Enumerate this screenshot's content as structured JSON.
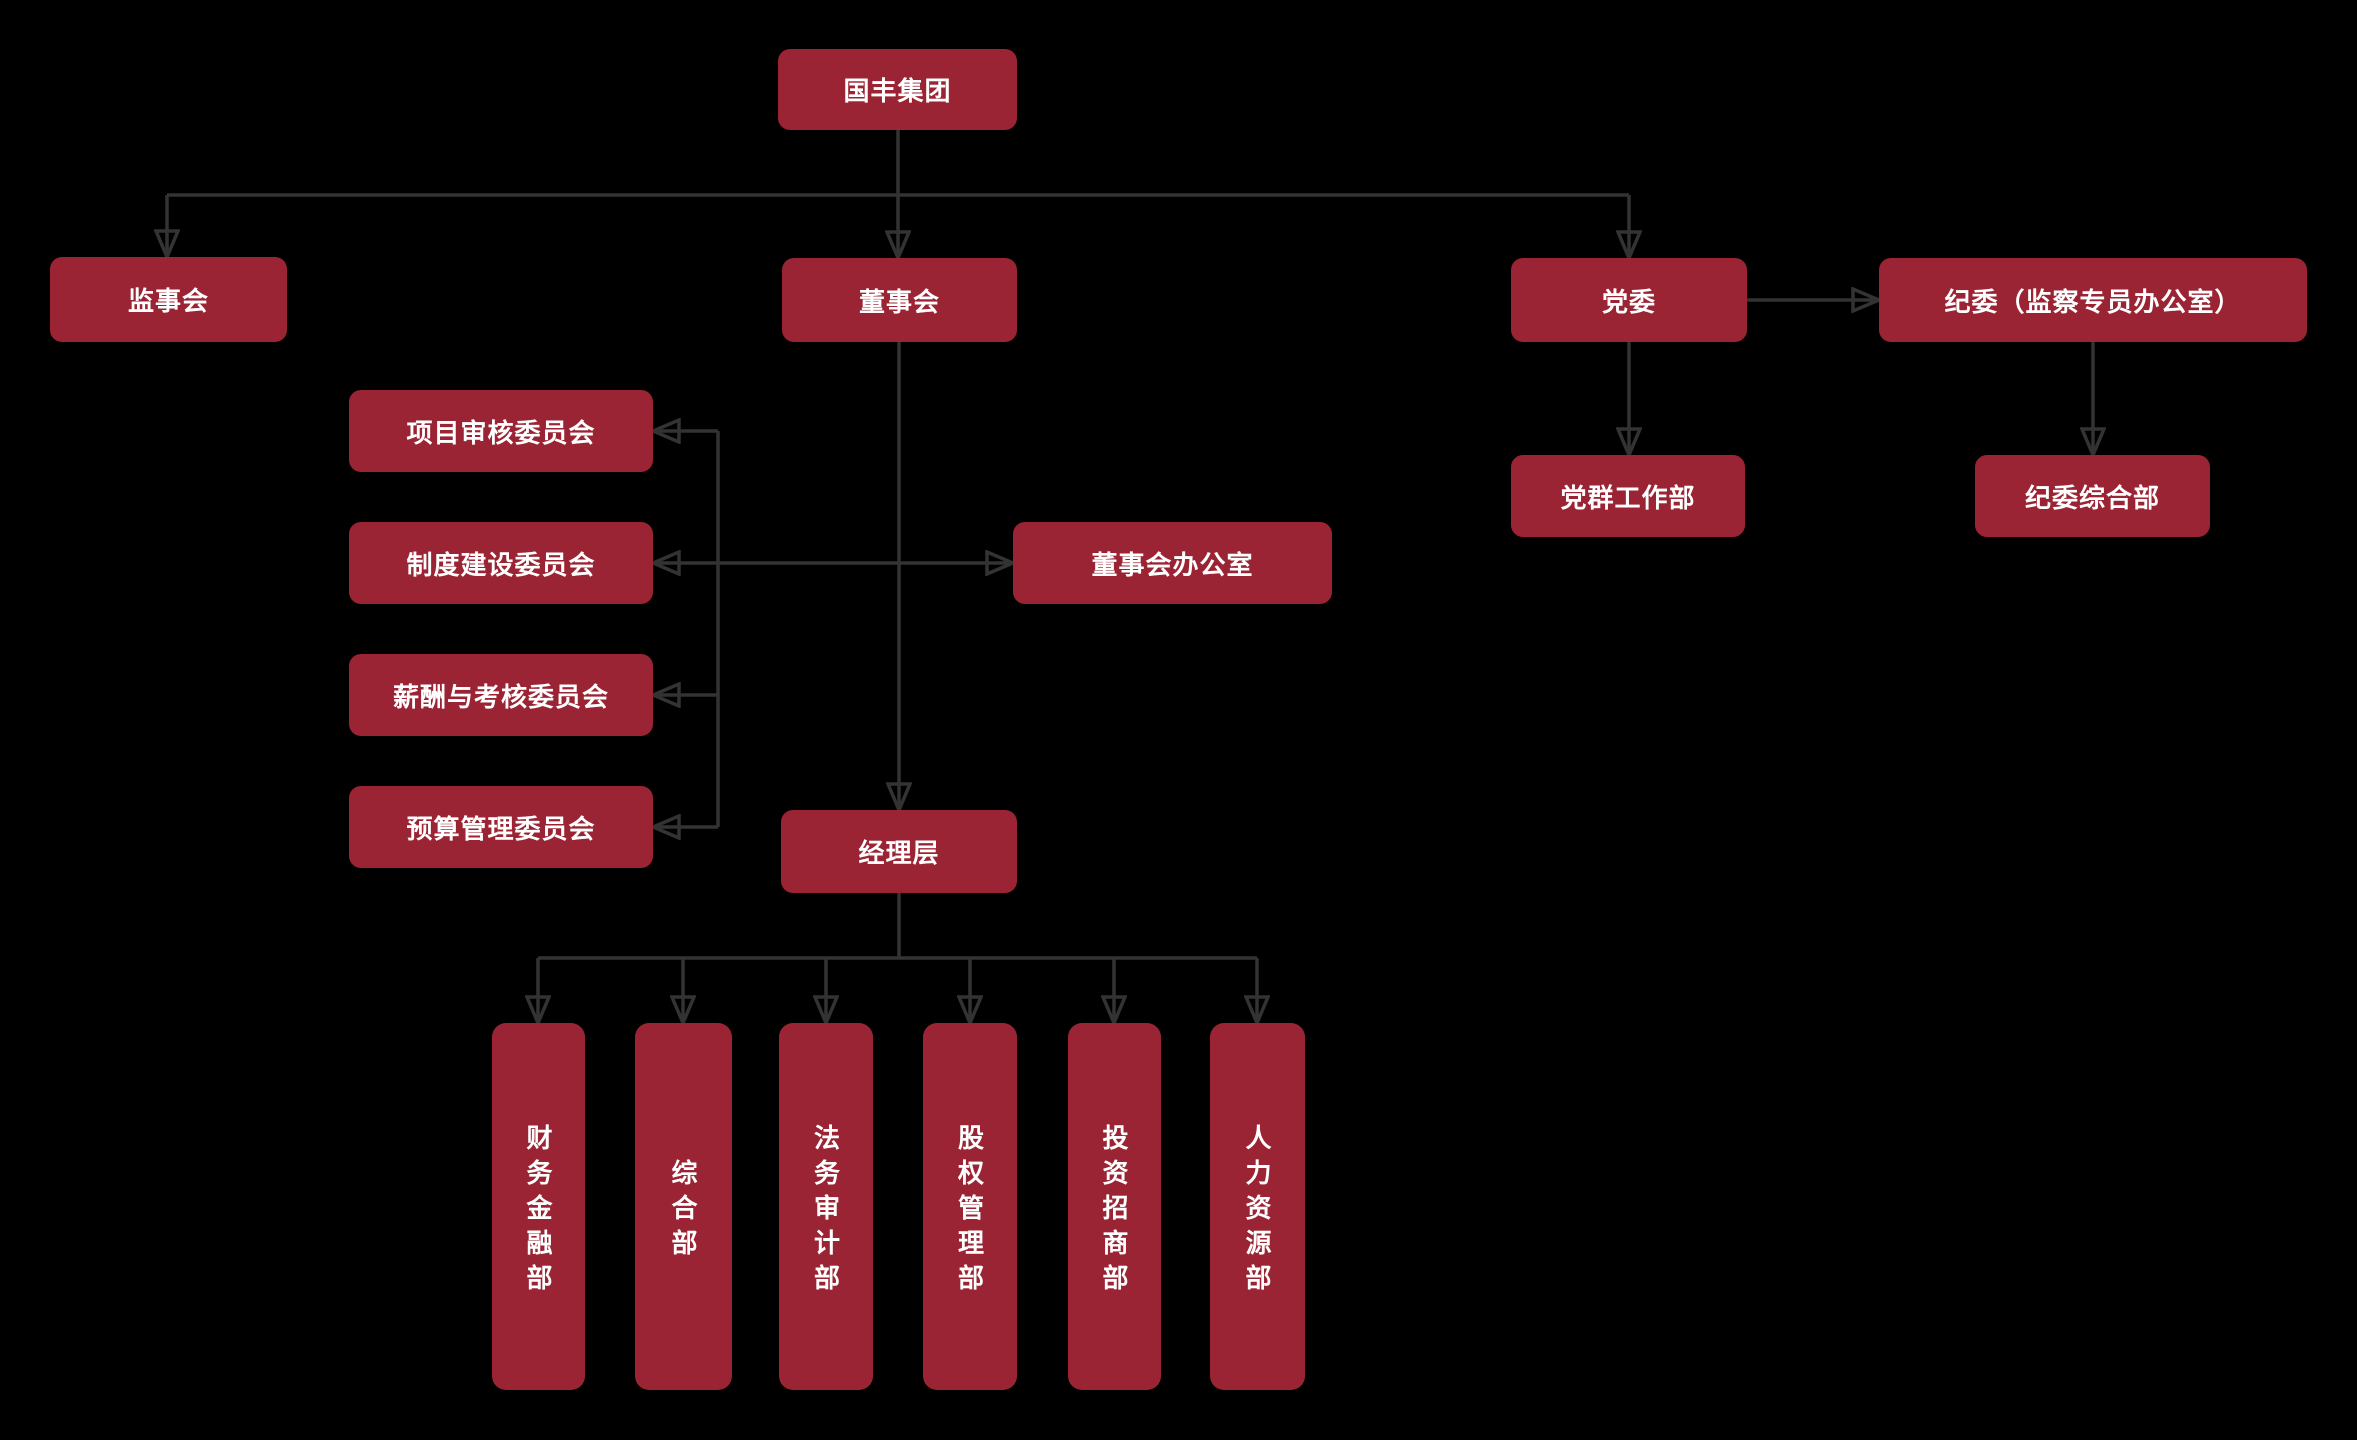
{
  "diagram": {
    "type": "org-chart",
    "colors": {
      "background": "#000000",
      "node_fill": "#9a2433",
      "node_text": "#ffffff",
      "connector": "#333333"
    },
    "nodes": {
      "group": {
        "label": "国丰集团"
      },
      "supervisory_board": {
        "label": "监事会"
      },
      "board_of_directors": {
        "label": "董事会"
      },
      "party_committee": {
        "label": "党委"
      },
      "discipline_committee": {
        "label": "纪委（监察专员办公室）"
      },
      "project_review_committee": {
        "label": "项目审核委员会"
      },
      "system_construction_committee": {
        "label": "制度建设委员会"
      },
      "compensation_assessment_committee": {
        "label": "薪酬与考核委员会"
      },
      "budget_management_committee": {
        "label": "预算管理委员会"
      },
      "board_office": {
        "label": "董事会办公室"
      },
      "party_mass_work_dept": {
        "label": "党群工作部"
      },
      "discipline_general_dept": {
        "label": "纪委综合部"
      },
      "management_level": {
        "label": "经理层"
      },
      "departments": [
        {
          "label": "财务金融部"
        },
        {
          "label": "综合部"
        },
        {
          "label": "法务审计部"
        },
        {
          "label": "股权管理部"
        },
        {
          "label": "投资招商部"
        },
        {
          "label": "人力资源部"
        }
      ]
    }
  }
}
